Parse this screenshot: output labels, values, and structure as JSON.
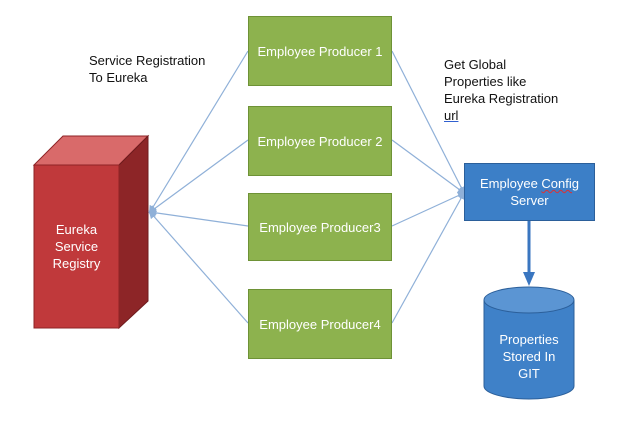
{
  "registration_label": [
    "Service Registration",
    "To Eureka"
  ],
  "global_props_label": [
    "Get Global",
    "Properties like",
    "Eureka Registration",
    "url"
  ],
  "registry": {
    "lines": [
      "Eureka",
      "Service",
      "Registry"
    ]
  },
  "producers": [
    {
      "label": "Employee Producer 1"
    },
    {
      "label": "Employee Producer 2"
    },
    {
      "label": "Employee Producer3"
    },
    {
      "label": "Employee Producer4"
    }
  ],
  "config_server": {
    "line1_a": "Employee ",
    "line1_b": "Config",
    "line2": "Server"
  },
  "git_store": {
    "lines": [
      "Properties",
      "Stored In",
      "GIT"
    ]
  },
  "colors": {
    "producer_fill": "#8db24e",
    "registry_fill": "#c0393b",
    "config_fill": "#3c7fc7",
    "git_fill": "#3f81c8",
    "connector": "#8fb0d8",
    "arrow": "#3a76c0"
  }
}
